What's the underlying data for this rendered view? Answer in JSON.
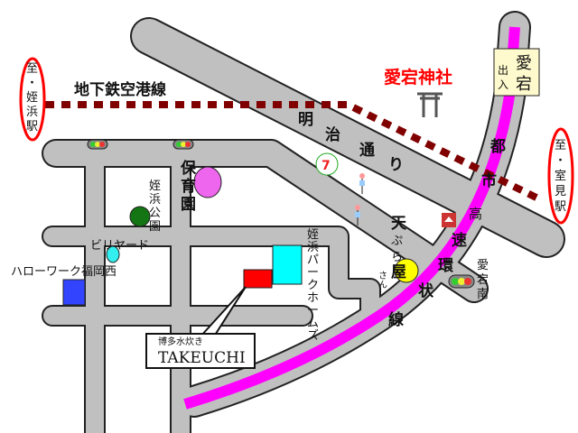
{
  "labels": {
    "subway_line": "地下鉄空港線",
    "meiji_dori": [
      "明",
      "治",
      "通",
      "り"
    ],
    "shrine": "愛宕神社",
    "exit_box": {
      "name": [
        "愛",
        "宕"
      ],
      "sub": [
        "出",
        "入"
      ]
    },
    "to_meinohama": [
      "至",
      "・",
      "姪",
      "浜",
      "駅"
    ],
    "to_muromi": [
      "至",
      "・",
      "室",
      "見",
      "駅"
    ],
    "expressway": [
      "都",
      "市",
      "高",
      "速",
      "環",
      "状",
      "線"
    ],
    "nursery": [
      "保",
      "育",
      "園"
    ],
    "park": [
      "姪",
      "浜",
      "公",
      "園"
    ],
    "billiard": "ビリヤード",
    "hellowork": "ハローワーク福岡西",
    "park_homes": [
      "姪",
      "浜",
      "パ",
      "ー",
      "ク",
      "ホ",
      "ー",
      "ム",
      "ズ"
    ],
    "tempura": [
      "天",
      "ぷ",
      "ら",
      "屋"
    ],
    "tempura_san": "さん",
    "atago_minami": [
      "愛",
      "宕",
      "南"
    ],
    "callout_sub": "博多水炊き",
    "callout_main": "TAKEUCHI"
  },
  "colors": {
    "expressway": "#ff00ff",
    "subway": "#800000",
    "road": "#c0c0c0",
    "target": "#ff0000"
  }
}
